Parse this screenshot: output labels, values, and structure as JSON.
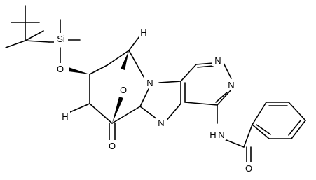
{
  "molecule": {
    "atom_labels": {
      "si": "Si",
      "o_silyl": "O",
      "o_bridge": "O",
      "o_carbonyl": "O",
      "h_top": "H",
      "h_left": "H",
      "n_bridgehead": "N",
      "n_imidazole": "N",
      "n_pyrimidine_top": "N",
      "n_pyrimidine_right": "N",
      "n_amide": "N",
      "h_amide": "H",
      "o_amide": "O"
    }
  }
}
